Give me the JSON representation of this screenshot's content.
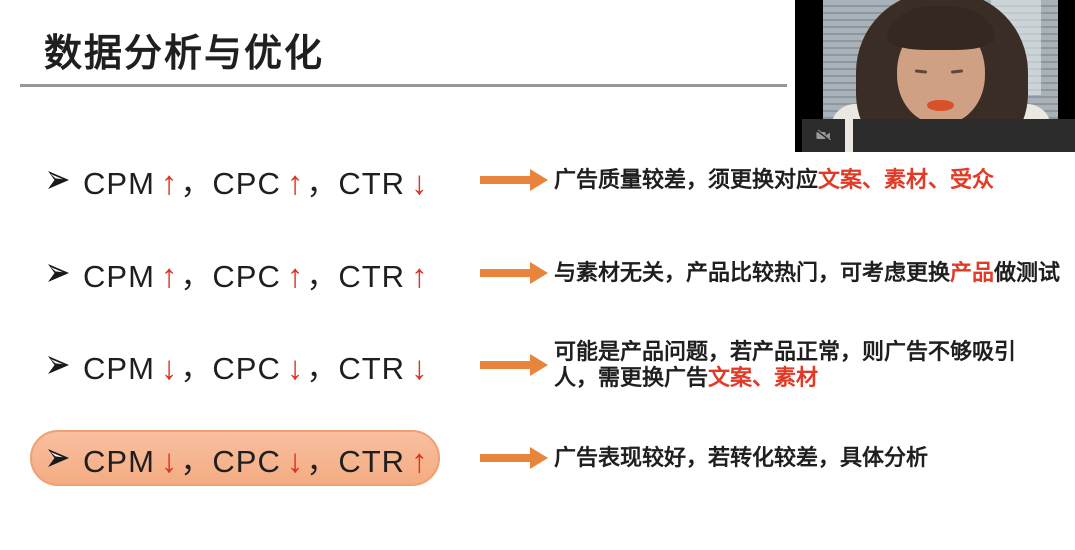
{
  "colors": {
    "page_bg": "#ffffff",
    "text_black": "#1f1f1f",
    "rule_gray": "#979797",
    "red_arrow": "#E0301E",
    "red_text": "#E23A26",
    "accent_orange": "#E8843B",
    "highlight_fill": "#F8BF9F",
    "highlight_fill_dark": "#F4AC82",
    "highlight_border": "#EFA171"
  },
  "title": {
    "text": "数据分析与优化"
  },
  "bullet_glyph": "➢",
  "metric_separator": "，",
  "arrow_glyphs": {
    "up": "↑",
    "down": "↓"
  },
  "rows": [
    {
      "highlighted": false,
      "metrics": [
        {
          "label": "CPM",
          "direction": "up"
        },
        {
          "label": "CPC",
          "direction": "up"
        },
        {
          "label": "CTR",
          "direction": "down"
        }
      ],
      "description_lines": [
        [
          {
            "text": "广告质量较差，须更换对应",
            "emphasis": false
          },
          {
            "text": "文案、素材、受众",
            "emphasis": true
          }
        ]
      ]
    },
    {
      "highlighted": false,
      "metrics": [
        {
          "label": "CPM",
          "direction": "up"
        },
        {
          "label": "CPC",
          "direction": "up"
        },
        {
          "label": "CTR",
          "direction": "up"
        }
      ],
      "description_lines": [
        [
          {
            "text": "与素材无关，产品比较热门，可考虑更换",
            "emphasis": false
          },
          {
            "text": "产品",
            "emphasis": true
          },
          {
            "text": "做测试",
            "emphasis": false
          }
        ]
      ]
    },
    {
      "highlighted": false,
      "metrics": [
        {
          "label": "CPM",
          "direction": "down"
        },
        {
          "label": "CPC",
          "direction": "down"
        },
        {
          "label": "CTR",
          "direction": "down"
        }
      ],
      "description_lines": [
        [
          {
            "text": "可能是产品问题，若产品正常，则广告不够吸引",
            "emphasis": false
          }
        ],
        [
          {
            "text": "人，需更换广告",
            "emphasis": false
          },
          {
            "text": "文案、素材",
            "emphasis": true
          }
        ]
      ]
    },
    {
      "highlighted": true,
      "metrics": [
        {
          "label": "CPM",
          "direction": "down"
        },
        {
          "label": "CPC",
          "direction": "down"
        },
        {
          "label": "CTR",
          "direction": "up"
        }
      ],
      "description_lines": [
        [
          {
            "text": "广告表现较好，若转化较差，具体分析",
            "emphasis": false
          }
        ]
      ]
    }
  ],
  "webcam": {
    "camera_button_icon": "camera-off"
  }
}
